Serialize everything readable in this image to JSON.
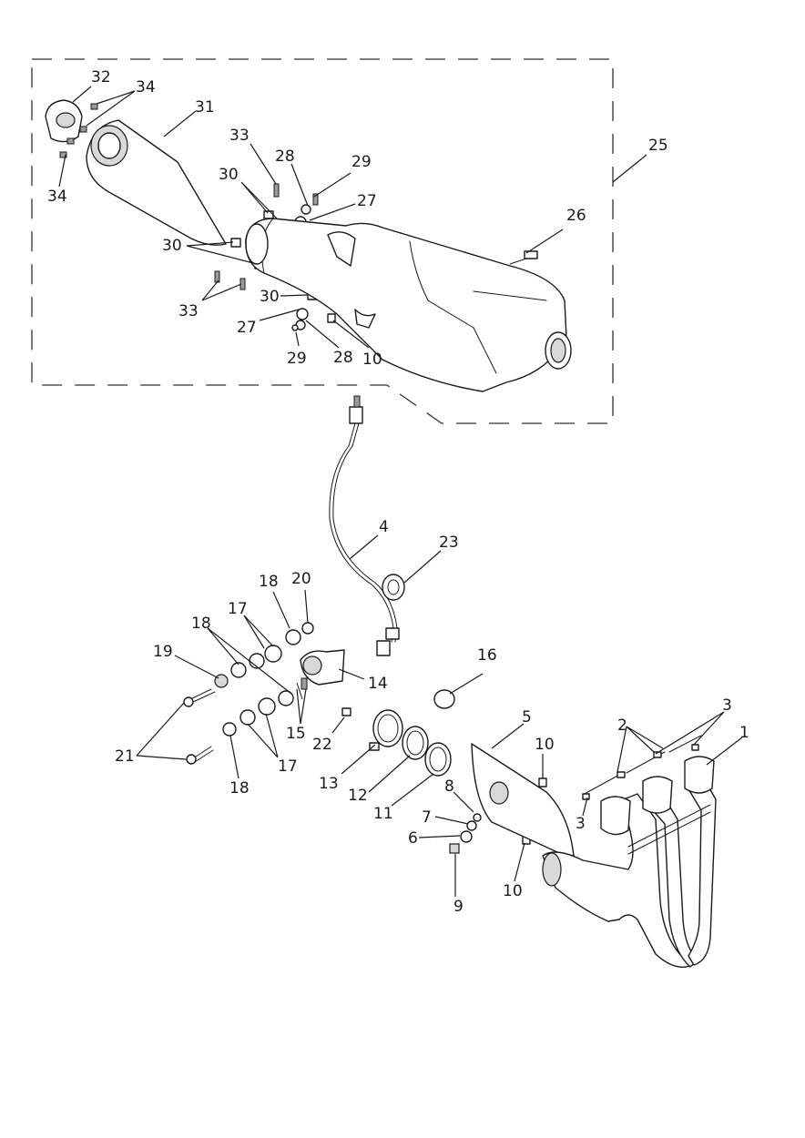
{
  "labels": {
    "l1": "1",
    "l2": "2",
    "l3a": "3",
    "l3b": "3",
    "l4": "4",
    "l5": "5",
    "l6": "6",
    "l7": "7",
    "l8": "8",
    "l9": "9",
    "l10a": "10",
    "l10b": "10",
    "l10c": "10",
    "l11": "11",
    "l12": "12",
    "l13": "13",
    "l14": "14",
    "l15": "15",
    "l16": "16",
    "l17a": "17",
    "l17b": "17",
    "l18a": "18",
    "l18b": "18",
    "l18c": "18",
    "l19": "19",
    "l20": "20",
    "l21": "21",
    "l22": "22",
    "l23": "23",
    "l25": "25",
    "l26": "26",
    "l27a": "27",
    "l27b": "27",
    "l28a": "28",
    "l28b": "28",
    "l29a": "29",
    "l29b": "29",
    "l30a": "30",
    "l30b": "30",
    "l30c": "30",
    "l31": "31",
    "l32": "32",
    "l33a": "33",
    "l33b": "33",
    "l34a": "34",
    "l34b": "34"
  }
}
